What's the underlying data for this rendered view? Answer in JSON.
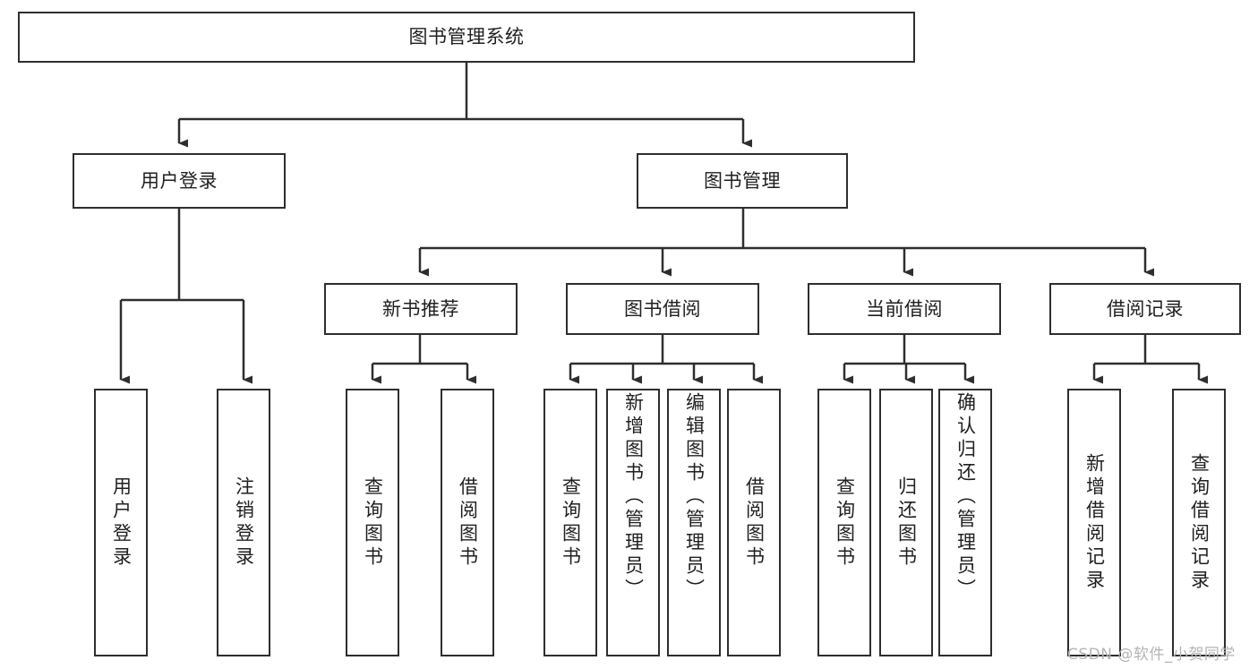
{
  "diagram": {
    "title": "图书管理系统",
    "type": "tree-hierarchy-diagram",
    "root": {
      "id": "root",
      "label": "图书管理系统"
    },
    "level2": [
      {
        "id": "user-login",
        "label": "用户登录"
      },
      {
        "id": "book-management",
        "label": "图书管理"
      }
    ],
    "level3": [
      {
        "id": "new-book-recommend",
        "label": "新书推荐",
        "parent": "book-management"
      },
      {
        "id": "book-borrow",
        "label": "图书借阅",
        "parent": "book-management"
      },
      {
        "id": "current-borrow",
        "label": "当前借阅",
        "parent": "book-management"
      },
      {
        "id": "borrow-record",
        "label": "借阅记录",
        "parent": "book-management"
      }
    ],
    "leaves": {
      "user_login": [
        {
          "id": "leaf-user-login",
          "label": "用户登录"
        },
        {
          "id": "leaf-user-logout",
          "label": "注销登录"
        }
      ],
      "new_book_recommend": [
        {
          "id": "leaf-query-book-1",
          "label": "查询图书"
        },
        {
          "id": "leaf-borrow-book-1",
          "label": "借阅图书"
        }
      ],
      "book_borrow": [
        {
          "id": "leaf-query-book-2",
          "label": "查询图书"
        },
        {
          "id": "leaf-add-book",
          "label": "新增图书（管理员）"
        },
        {
          "id": "leaf-edit-book",
          "label": "编辑图书（管理员）"
        },
        {
          "id": "leaf-borrow-book-2",
          "label": "借阅图书"
        }
      ],
      "current_borrow": [
        {
          "id": "leaf-query-book-3",
          "label": "查询图书"
        },
        {
          "id": "leaf-return-book",
          "label": "归还图书"
        },
        {
          "id": "leaf-confirm-return",
          "label": "确认归还（管理员）"
        }
      ],
      "borrow_record": [
        {
          "id": "leaf-add-record",
          "label": "新增借阅记录"
        },
        {
          "id": "leaf-query-record",
          "label": "查询借阅记录"
        }
      ]
    },
    "colors": {
      "stroke": "#2e2e2e",
      "fill": "#ffffff",
      "text": "#1f1f1f",
      "watermark": "#b4b4b4"
    }
  },
  "watermark": {
    "text": "CSDN @软件_小贺同学"
  }
}
